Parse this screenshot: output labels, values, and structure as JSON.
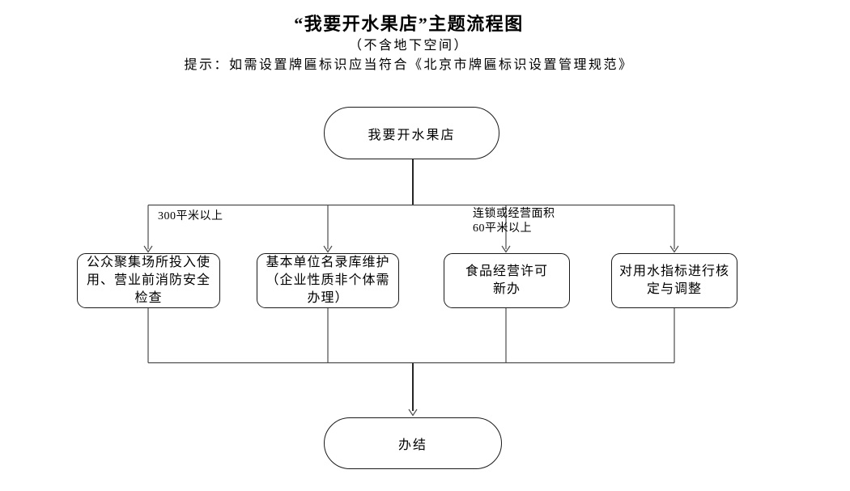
{
  "header": {
    "title": "“我要开水果店”主题流程图",
    "subtitle": "（不含地下空间）",
    "tip": "提示：如需设置牌匾标识应当符合《北京市牌匾标识设置管理规范》"
  },
  "flowchart": {
    "start": {
      "label": "我要开水果店"
    },
    "branches": [
      {
        "condition_lines": [
          "300平米以上"
        ],
        "box_lines": [
          "公众聚集场所投入使",
          "用、营业前消防安全",
          "检查"
        ]
      },
      {
        "condition_lines": [],
        "box_lines": [
          "基本单位名录库维护",
          "（企业性质非个体需",
          "办理）"
        ]
      },
      {
        "condition_lines": [
          "连锁或经营面积",
          "60平米以上"
        ],
        "box_lines": [
          "食品经营许可",
          "新办"
        ]
      },
      {
        "condition_lines": [],
        "box_lines": [
          "对用水指标进行核",
          "定与调整"
        ]
      }
    ],
    "end": {
      "label": "办结"
    }
  },
  "colors": {
    "line_thin": "#4d4d4d",
    "line_thick": "#262626",
    "border": "#1a1a1a",
    "text": "#000000",
    "background": "#ffffff"
  }
}
